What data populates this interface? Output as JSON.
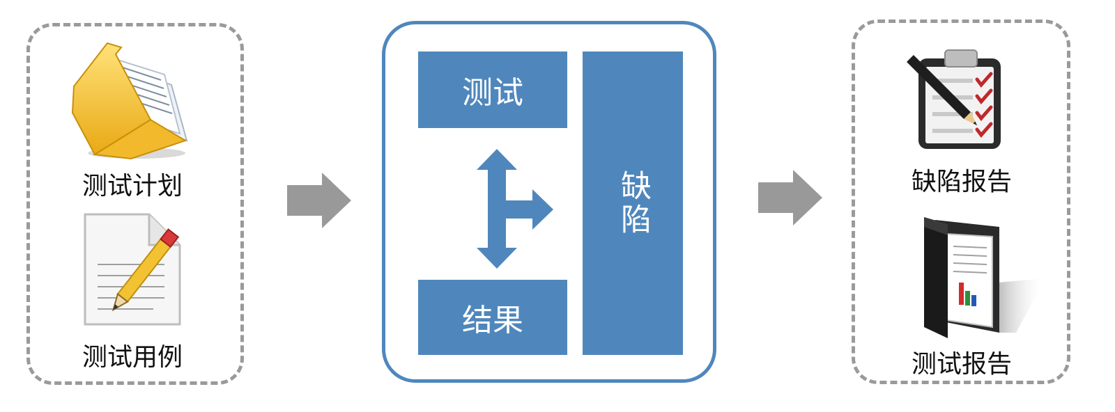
{
  "left": {
    "items": [
      {
        "label": "测试计划",
        "icon": "folder-documents-icon"
      },
      {
        "label": "测试用例",
        "icon": "document-pencil-icon"
      }
    ]
  },
  "center": {
    "test_label": "测试",
    "result_label": "结果",
    "defect_label": "缺陷"
  },
  "right": {
    "items": [
      {
        "label": "缺陷报告",
        "icon": "checklist-clipboard-icon"
      },
      {
        "label": "测试报告",
        "icon": "report-folder-chart-icon"
      }
    ]
  },
  "colors": {
    "accent_blue": "#4f87bd",
    "arrow_gray": "#999999",
    "dashed_border_gray": "#9a9a9a"
  }
}
